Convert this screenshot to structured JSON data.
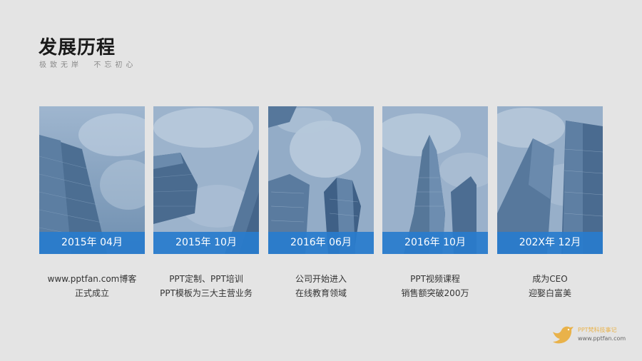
{
  "header": {
    "title": "发展历程",
    "subtitle": "极致无岸  不忘初心"
  },
  "milestones": [
    {
      "date": "2015年 04月",
      "line1": "www.pptfan.com博客",
      "line2": "正式成立"
    },
    {
      "date": "2015年 10月",
      "line1": "PPT定制、PPT培训",
      "line2": "PPT模板为三大主营业务"
    },
    {
      "date": "2016年 06月",
      "line1": "公司开始进入",
      "line2": "在线教育领域"
    },
    {
      "date": "2016年 10月",
      "line1": "PPT视频课程",
      "line2": "销售额突破200万"
    },
    {
      "date": "202X年 12月",
      "line1": "成为CEO",
      "line2": "迎娶白富美"
    }
  ],
  "logo": {
    "name": "PPT梵科技事记",
    "url": "www.pptfan.com",
    "icon": "bird-icon"
  },
  "colors": {
    "accent": "#2a7dcd",
    "background": "#e4e4e4",
    "photo_tint": "#7f9cba",
    "logo_yellow": "#e9b24a"
  }
}
